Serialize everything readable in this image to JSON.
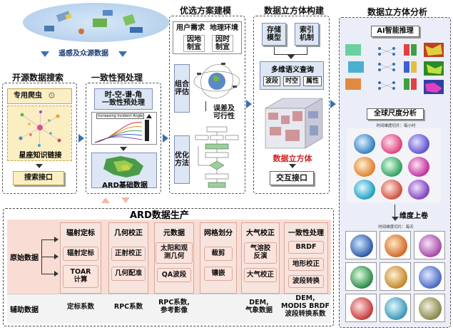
{
  "top": {
    "label": "遥感及众源数据"
  },
  "panel1": {
    "title": "开源数据搜索",
    "crawler": "专用爬虫",
    "kg": "星座知识链接",
    "search_api": "搜索接口"
  },
  "panel2": {
    "title": "一致性预处理",
    "tsa": "时-空-谱-角\n一致性预处理",
    "chart_label": "Increasing Incident Angle",
    "ard": "ARD基础数据"
  },
  "panel3": {
    "title": "优选方案建模",
    "user_req": "用户需求",
    "geo_env": "地理环境",
    "local1": "因地\n制宜",
    "local2": "因时\n制宜",
    "combo": "组合\n评估",
    "error": "误差及\n可行性",
    "optim": "优化\n方法"
  },
  "panel4": {
    "title": "数据立方体构建",
    "store": "存储\n模型",
    "index": "索引\n机制",
    "query": "多维语义查询",
    "q1": "波段",
    "q2": "时空",
    "q3": "属性",
    "cube": "数据立方体",
    "interact": "交互接口"
  },
  "panel5": {
    "title": "数据立方体分析",
    "ai": "AI智能推理",
    "global": "全球尺度分析",
    "top_caption": "时间维度切片：每小时",
    "rollup": "维度上卷",
    "bottom_caption": "时间维度切片：每天"
  },
  "ard": {
    "title": "ARD数据生产",
    "raw": "原始数据",
    "aux": "辅助数据",
    "cols": [
      {
        "header": "辐射定标",
        "cells": [
          "辐射定标",
          "TOAR\n计算"
        ],
        "aux": "定标系数"
      },
      {
        "header": "几何校正",
        "cells": [
          "正射校正",
          "几何配准"
        ],
        "aux": "RPC系数"
      },
      {
        "header": "元数据",
        "cells": [
          "太阳和观\n测几何",
          "QA波段"
        ],
        "aux": "RPC系数,\n参考影像"
      },
      {
        "header": "网格划分",
        "cells": [
          "裁剪",
          "镶嵌"
        ],
        "aux": ""
      },
      {
        "header": "大气校正",
        "cells": [
          "气溶胶\n反演",
          "大气校正"
        ],
        "aux": "DEM,\n气象数据"
      },
      {
        "header": "一致性处理",
        "cells": [
          "BRDF",
          "地形校正",
          "波段转换"
        ],
        "aux": "DEM,\nMODIS BRDF\n波段转换系数"
      }
    ]
  },
  "colors": {
    "arrow": "#3a6fb0",
    "pink": "#f9dcd4",
    "blue": "#dde6f4",
    "yellow": "#fbeec3"
  }
}
